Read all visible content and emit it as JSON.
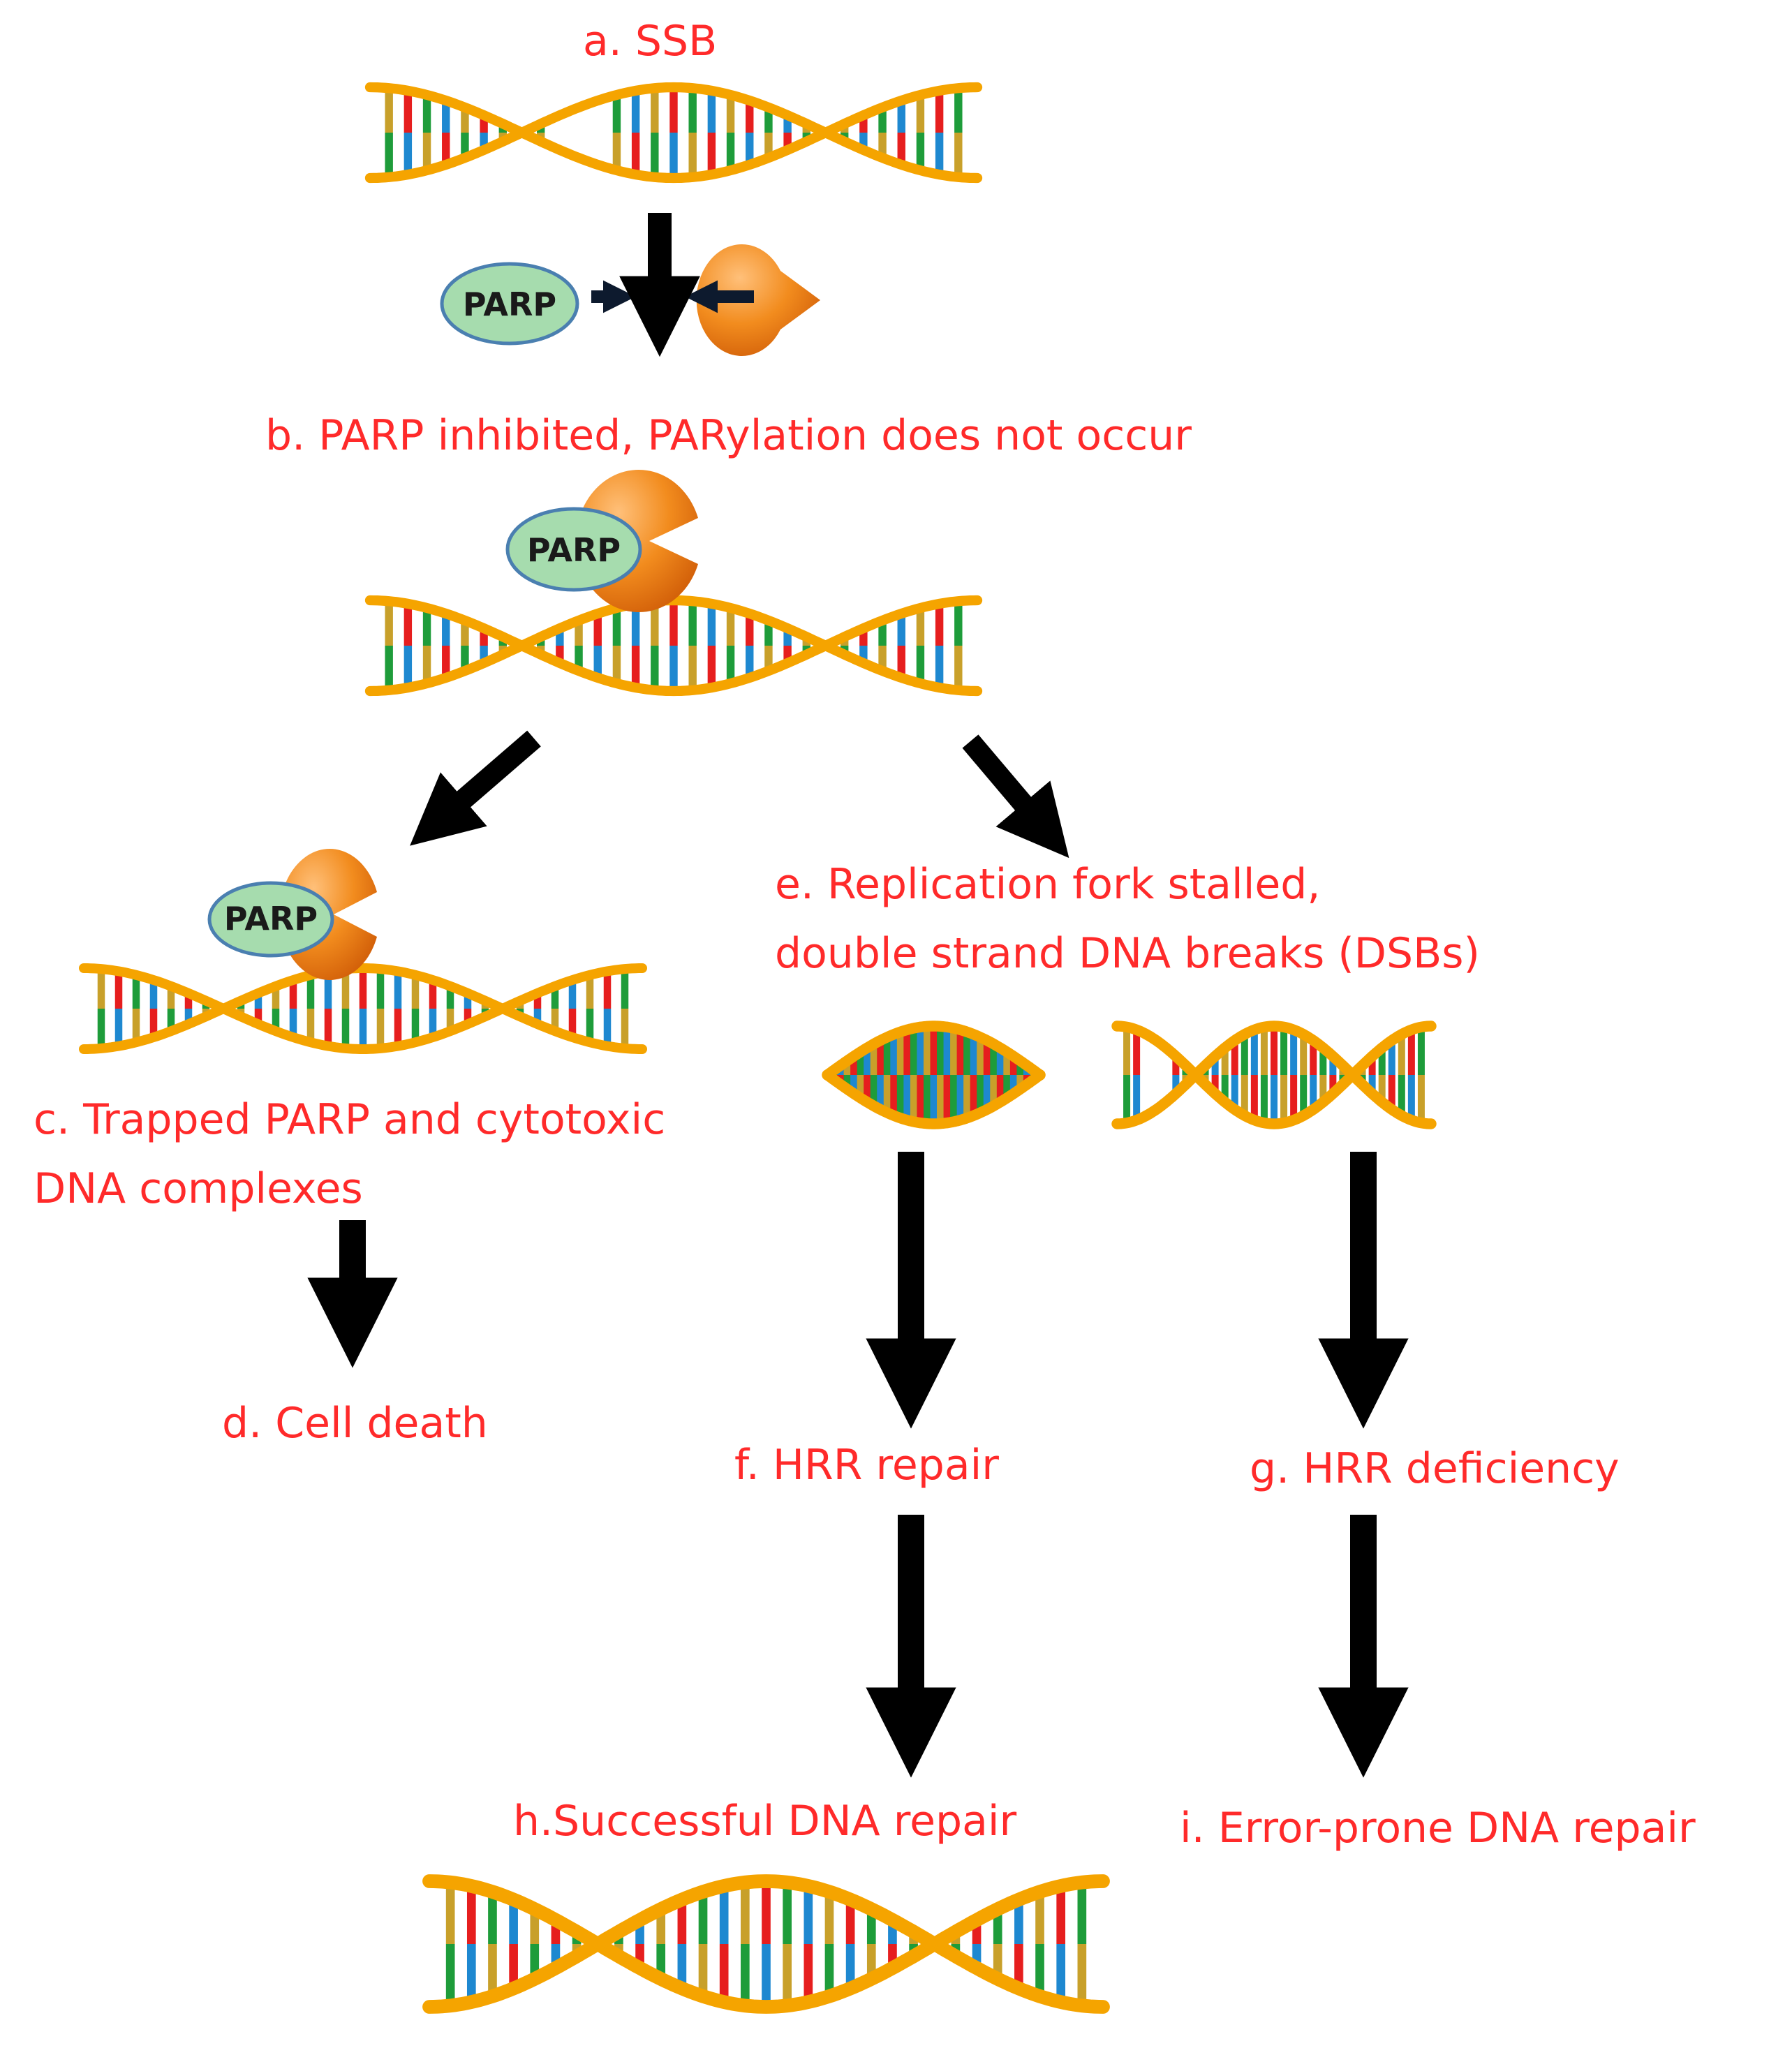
{
  "labels": {
    "a": "a. SSB",
    "b": "b. PARP inhibited, PARylation does not occur",
    "c_line1": "c. Trapped PARP and cytotoxic",
    "c_line2": "DNA complexes",
    "d": "d. Cell death",
    "e_line1": "e. Replication fork stalled,",
    "e_line2": "double strand DNA breaks (DSBs)",
    "f": "f. HRR repair",
    "g": "g. HRR deficiency",
    "h": "h.Successful DNA repair",
    "i": "i. Error-prone DNA repair"
  },
  "enzyme_label": "PARP",
  "colors": {
    "label": "#ff2a2a",
    "arrow": "#000000",
    "parp_fill": "#a6dcae",
    "parp_stroke": "#4a7fb0",
    "inhibitor": "#f08a1a",
    "strand": "#f5a400",
    "bases": [
      "#e61e1e",
      "#1e9c3a",
      "#1e88d0",
      "#c8a02a"
    ]
  }
}
